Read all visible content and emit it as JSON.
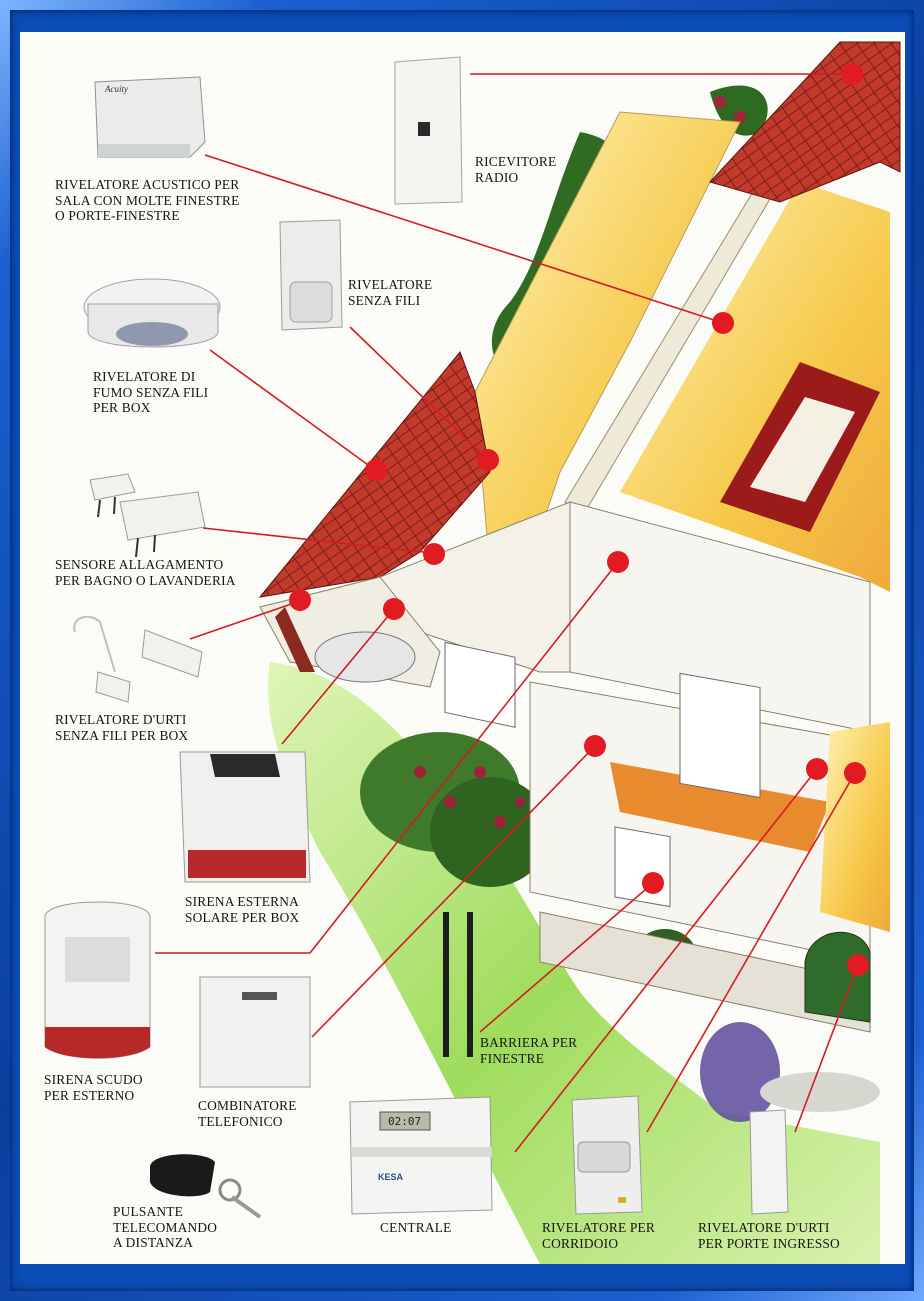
{
  "labels": {
    "acoustic": [
      "RIVELATORE ACUSTICO PER",
      "SALA CON MOLTE FINESTRE",
      "O PORTE-FINESTRE"
    ],
    "radio": [
      "RICEVITORE",
      "RADIO"
    ],
    "wireless": [
      "RIVELATORE",
      "SENZA FILI"
    ],
    "smoke": [
      "RIVELATORE DI",
      "FUMO SENZA FILI",
      "PER BOX"
    ],
    "flood": [
      "SENSORE ALLAGAMENTO",
      "PER BAGNO O LAVANDERIA"
    ],
    "shock_box": [
      "RIVELATORE D'URTI",
      "SENZA FILI PER BOX"
    ],
    "solar_siren": [
      "SIRENA ESTERNA",
      "SOLARE PER BOX"
    ],
    "shield_siren": [
      "SIRENA SCUDO",
      "PER ESTERNO"
    ],
    "dialer": [
      "COMBINATORE",
      "TELEFONICO"
    ],
    "barrier": [
      "BARRIERA PER",
      "FINESTRE"
    ],
    "remote": [
      "PULSANTE",
      "TELECOMANDO",
      "A DISTANZA"
    ],
    "control": [
      "CENTRALE"
    ],
    "corridor": [
      "RIVELATORE PER",
      "CORRIDOIO"
    ],
    "shock_door": [
      "RIVELATORE D'URTI",
      "PER PORTE INGRESSO"
    ]
  },
  "device_text": {
    "lcd": "02:07",
    "brand": "KESA",
    "acoustic_logo": "Acuity"
  },
  "colors": {
    "frame": "#0b4cb5",
    "marker": "#e21a22",
    "roof": "#b8352a",
    "wall_yellow": "#f2c94c",
    "grass": "#8fd14f"
  }
}
